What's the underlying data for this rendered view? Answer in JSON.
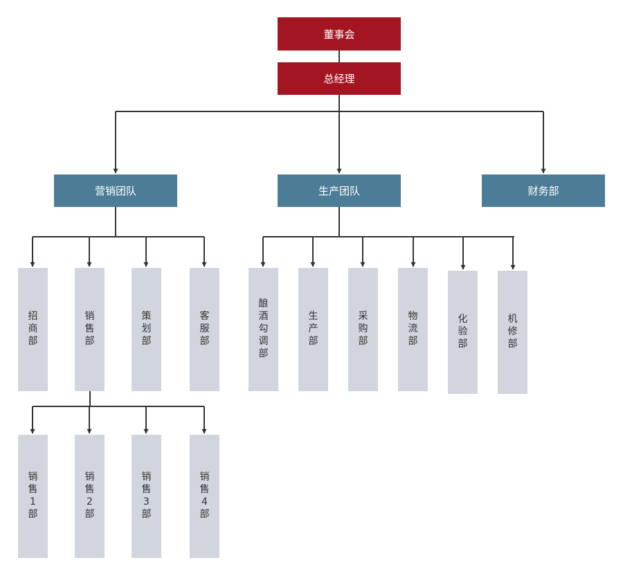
{
  "colors": {
    "leadership": "#a31621",
    "team": "#4d7d96",
    "department": "#d1d5de",
    "connector": "#333333"
  },
  "org": {
    "board": "董事会",
    "general_manager": "总经理",
    "teams": {
      "marketing": "营销团队",
      "production": "生产团队",
      "finance": "财务部"
    },
    "marketing_depts": [
      "招商部",
      "销售部",
      "策划部",
      "客服部"
    ],
    "production_depts": [
      "酿酒勾调部",
      "生产部",
      "采购部",
      "物流部",
      "化验部",
      "机修部"
    ],
    "sales_subdepts": [
      "销售1部",
      "销售2部",
      "销售3部",
      "销售4部"
    ]
  }
}
